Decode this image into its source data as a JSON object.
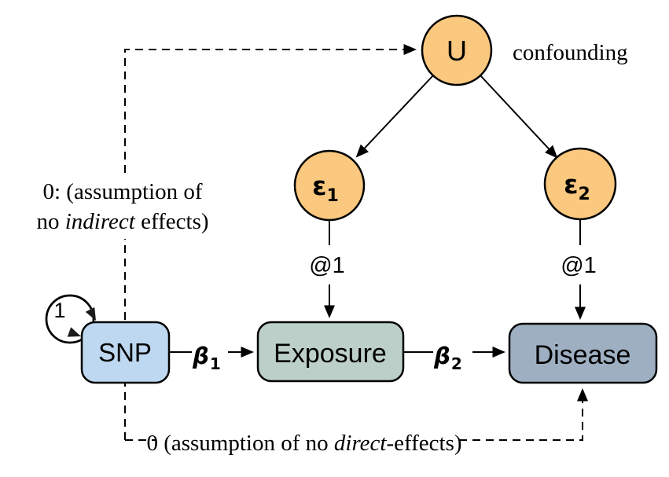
{
  "nodes": {
    "confounder": {
      "label": "U",
      "annotation": "confounding",
      "fill": "#FAC87E"
    },
    "error1": {
      "symbol": "ε",
      "sub": "1",
      "fill": "#FAC87E"
    },
    "error2": {
      "symbol": "ε",
      "sub": "2",
      "fill": "#FAC87E"
    },
    "snp": {
      "label": "SNP",
      "fill": "#BDD8F0"
    },
    "exposure": {
      "label": "Exposure",
      "fill": "#BCCFC8"
    },
    "disease": {
      "label": "Disease",
      "fill": "#9FAFC2"
    }
  },
  "edges": {
    "snp_variance": {
      "label": "1"
    },
    "beta1": {
      "symbol": "β",
      "sub": "1"
    },
    "beta2": {
      "symbol": "β",
      "sub": "2"
    },
    "loading_exposure": {
      "label": "@1"
    },
    "loading_disease": {
      "label": "@1"
    }
  },
  "assumptions": {
    "no_indirect": {
      "line1": "0: (assumption of",
      "line2_start": "no ",
      "line2_italic": "indirect",
      "line2_end": " effects)"
    },
    "no_direct": {
      "start": "0 (assumption of no ",
      "italic": "direct",
      "end": "-effects)"
    }
  },
  "colors": {
    "line": "#000000",
    "background": "#ffffff"
  }
}
